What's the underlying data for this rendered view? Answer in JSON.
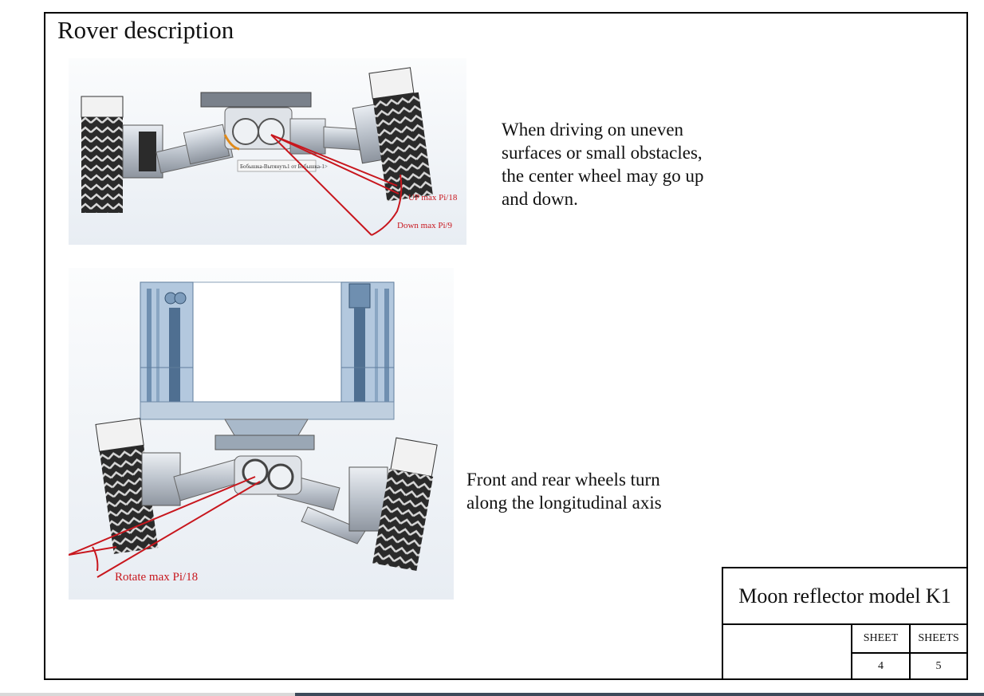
{
  "page": {
    "title": "Rover description"
  },
  "figure1": {
    "tooltip": "Бобышка-Вытянуть1 от Бобышка-1>",
    "label_up": "UP max Pi/18",
    "label_down": "Down max Pi/9"
  },
  "figure2": {
    "label_rotate": "Rotate max Pi/18"
  },
  "text1": {
    "lines": [
      "When driving on uneven",
      "surfaces or small obstacles,",
      "the center wheel may go up",
      "and down."
    ]
  },
  "text2": {
    "lines": [
      "Front and rear wheels turn",
      "along the longitudinal axis"
    ]
  },
  "title_block": {
    "name": "Moon reflector model K1",
    "sheet_label": "SHEET",
    "sheets_label": "SHEETS",
    "sheet_value": "4",
    "sheets_value": "5"
  },
  "colors": {
    "annotation": "#c8161d",
    "frame": "#000000"
  }
}
